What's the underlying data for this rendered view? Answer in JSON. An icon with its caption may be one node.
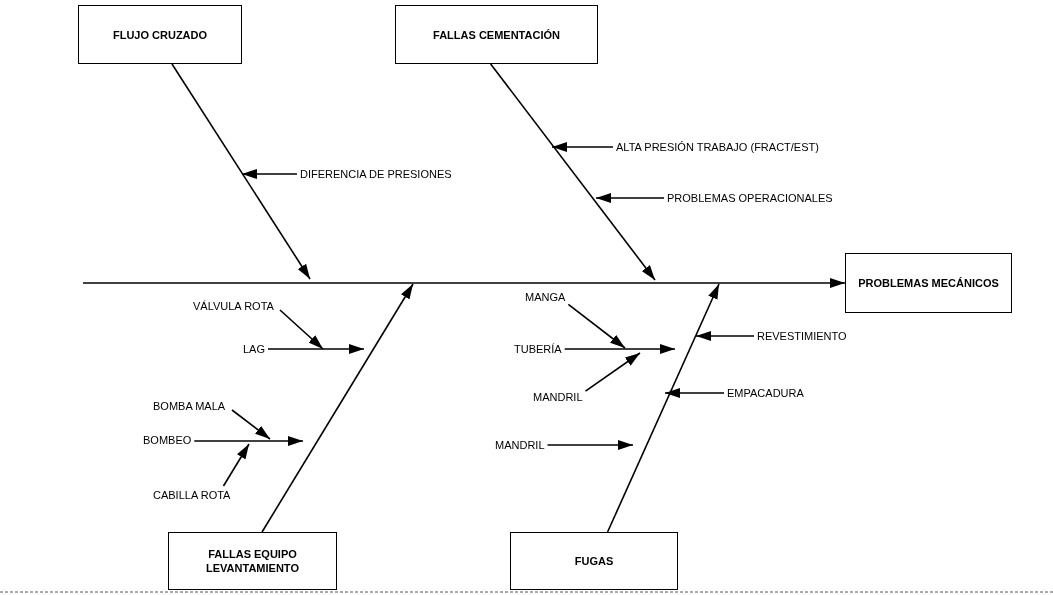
{
  "diagram": {
    "nodes": [
      {
        "text": [
          "FLUJO CRUZADO"
        ]
      },
      {
        "text": [
          "FALLAS CEMENTACIÓN"
        ]
      },
      {
        "text": [
          "ALTA PRESIÓN TRABAJO (FRACT/EST)"
        ]
      },
      {
        "text": [
          "DIFERENCIA DE PRESIONES"
        ]
      },
      {
        "text": [
          "PROBLEMAS OPERACIONALES"
        ]
      },
      {
        "text": [
          "PROBLEMAS MECÁNICOS"
        ]
      },
      {
        "text": [
          "MANGA"
        ]
      },
      {
        "text": [
          "VÁLVULA ROTA"
        ]
      },
      {
        "text": [
          "REVESTIMIENTO"
        ]
      },
      {
        "text": [
          "LAG"
        ]
      },
      {
        "text": [
          "TUBERÍA"
        ]
      },
      {
        "text": [
          "MANDRIL"
        ]
      },
      {
        "text": [
          "EMPACADURA"
        ]
      },
      {
        "text": [
          "BOMBA MALA"
        ]
      },
      {
        "text": [
          "BOMBEO"
        ]
      },
      {
        "text": [
          "MANDRIL"
        ]
      },
      {
        "text": [
          "CABILLA ROTA"
        ]
      },
      {
        "text": [
          "FALLAS EQUIPO LEVANTAMIENTO"
        ]
      },
      {
        "text": [
          "FUGAS"
        ]
      }
    ],
    "edges": [
      {
        "from": 0,
        "to": null,
        "arrow": "to"
      },
      {
        "from": 3,
        "to": null,
        "arrow": "to"
      },
      {
        "from": 2,
        "to": null,
        "arrow": "to"
      },
      {
        "from": 4,
        "to": null,
        "arrow": "to"
      },
      {
        "from": null,
        "to": 5,
        "arrow": "to"
      },
      {
        "from": 1,
        "to": null,
        "arrow": "to"
      },
      {
        "from": 17,
        "to": null,
        "arrow": "to"
      },
      {
        "from": 18,
        "to": null,
        "arrow": "to"
      },
      {
        "from": 7,
        "to": null,
        "arrow": "to"
      },
      {
        "from": 9,
        "to": null,
        "arrow": "to"
      },
      {
        "from": 13,
        "to": null,
        "arrow": "to"
      },
      {
        "from": 14,
        "to": null,
        "arrow": "to"
      },
      {
        "from": 16,
        "to": null,
        "arrow": "to"
      },
      {
        "from": 6,
        "to": null,
        "arrow": "to"
      },
      {
        "from": 10,
        "to": null,
        "arrow": "to"
      },
      {
        "from": 11,
        "to": null,
        "arrow": "to"
      },
      {
        "from": 8,
        "to": null,
        "arrow": "to"
      },
      {
        "from": 12,
        "to": null,
        "arrow": "to"
      },
      {
        "from": 15,
        "to": null,
        "arrow": "to"
      }
    ]
  }
}
